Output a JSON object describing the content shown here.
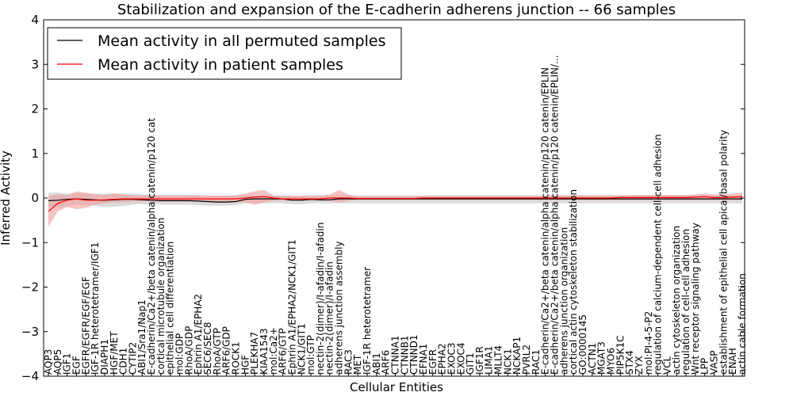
{
  "chart_data": {
    "type": "line",
    "title": "Stabilization and expansion of the E-cadherin adherens junction -- 66 samples",
    "xlabel": "Cellular Entities",
    "ylabel": "Inferred Activity",
    "ylim": [
      -4,
      4
    ],
    "yticks": [
      -4,
      -3,
      -2,
      -1,
      0,
      1,
      2,
      3,
      4
    ],
    "ytick_labels": [
      "−4",
      "−3",
      "−2",
      "−1",
      "0",
      "1",
      "2",
      "3",
      "4"
    ],
    "grid": false,
    "legend_position": "top-left",
    "categories": [
      "AQP3",
      "AQP5",
      "IGF1",
      "EGF",
      "EGFR/EGFR/EGF/EGF",
      "IGF-1R heterotetramer/IGF1",
      "DIAPH1",
      "HGF/MET",
      "CDH1",
      "CYTIP2",
      "ABI1/Sra1/Nap1",
      "E-cadherin/Ca2+/beta catenin/alpha catenin/p120 cat",
      "cortical microtubule organization",
      "epithelial cell differentiation",
      "mol:GDP",
      "RhoA/GDP",
      "Ephrin A1/EPHA2",
      "SEC6/SEC8",
      "RhoA/GTP",
      "ARF6/GDP",
      "ROCK1",
      "HGF",
      "PLEKHA7",
      "KIAA1543",
      "mol:Ca2+",
      "ARF6/GTP",
      "Ephrin A1/EPHA2/NCK1/GIT1",
      "NCK1/GIT1",
      "mol:GTP",
      "nectin-2(dimer)/I-afadin/I-afadin",
      "nectin-2(dimer)/I-afadin",
      "adherens junction assembly",
      "RAC3",
      "MET",
      "IGF-1R heterotetramer",
      "ABI1",
      "ARF6",
      "CTNNA1",
      "CTNNB1",
      "CTNND1",
      "EFNA1",
      "EGFR",
      "EPHA2",
      "EXOC3",
      "EXOC4",
      "GIT1",
      "IGF1R",
      "LIMA1",
      "MLLT4",
      "NCK1",
      "NCKAP1",
      "PVRL2",
      "RAC1",
      "E-cadherin/Ca2+/beta catenin/alpha catenin/p120 catenin/EPLIN",
      "E-cadherin/Ca2+/beta catenin/alpha catenin/p120 catenin/EPLIN/...",
      "adherens junction organization",
      "cortical actin cytoskeleton stabilization",
      "GO:0000145",
      "ACTN1",
      "MGAT3",
      "MYO6",
      "PIP5K1C",
      "STX4",
      "ZYX",
      "mol:PI-4-5-P2",
      "regulation of calcium-dependent cell-cell adhesion",
      "VCL",
      "actin cytoskeleton organization",
      "regulation of cell-cell adhesion",
      "Wnt receptor signaling pathway",
      "LPP",
      "VASP",
      "establishment of epithelial cell apical/basal polarity",
      "ENAH",
      "actin cable formation"
    ],
    "series": [
      {
        "name": "Mean activity in all permuted samples",
        "color": "#000000",
        "band_color": "#cccccc",
        "values": [
          -0.06,
          -0.05,
          -0.03,
          -0.02,
          -0.03,
          -0.04,
          -0.05,
          -0.04,
          -0.03,
          -0.03,
          -0.04,
          -0.05,
          -0.06,
          -0.06,
          -0.06,
          -0.06,
          -0.07,
          -0.08,
          -0.09,
          -0.09,
          -0.08,
          -0.03,
          -0.02,
          -0.02,
          -0.02,
          -0.02,
          -0.05,
          -0.05,
          -0.03,
          -0.04,
          -0.04,
          -0.02,
          -0.02,
          -0.02,
          -0.02,
          -0.02,
          -0.02,
          -0.02,
          -0.02,
          -0.02,
          -0.02,
          -0.02,
          -0.02,
          -0.02,
          -0.02,
          -0.02,
          -0.02,
          -0.02,
          -0.02,
          -0.02,
          -0.02,
          -0.02,
          -0.02,
          -0.02,
          -0.02,
          -0.02,
          -0.02,
          -0.02,
          -0.02,
          -0.02,
          -0.02,
          -0.02,
          -0.02,
          -0.02,
          -0.02,
          -0.02,
          -0.02,
          -0.02,
          -0.02,
          -0.02,
          -0.02,
          -0.02,
          -0.02,
          -0.02,
          -0.02
        ],
        "lower": [
          -0.2,
          -0.2,
          -0.18,
          -0.15,
          -0.15,
          -0.18,
          -0.2,
          -0.2,
          -0.18,
          -0.15,
          -0.14,
          -0.15,
          -0.15,
          -0.15,
          -0.15,
          -0.15,
          -0.16,
          -0.17,
          -0.17,
          -0.17,
          -0.16,
          -0.12,
          -0.12,
          -0.12,
          -0.12,
          -0.12,
          -0.14,
          -0.14,
          -0.12,
          -0.12,
          -0.12,
          -0.12,
          -0.12,
          -0.12,
          -0.12,
          -0.12,
          -0.12,
          -0.12,
          -0.12,
          -0.12,
          -0.12,
          -0.12,
          -0.12,
          -0.12,
          -0.12,
          -0.12,
          -0.12,
          -0.12,
          -0.12,
          -0.12,
          -0.12,
          -0.12,
          -0.12,
          -0.12,
          -0.12,
          -0.12,
          -0.12,
          -0.12,
          -0.12,
          -0.12,
          -0.12,
          -0.12,
          -0.12,
          -0.12,
          -0.12,
          -0.12,
          -0.12,
          -0.12,
          -0.12,
          -0.12,
          -0.12,
          -0.12,
          -0.12,
          -0.12,
          -0.12
        ],
        "upper": [
          0.12,
          0.12,
          0.1,
          0.1,
          0.1,
          0.1,
          0.1,
          0.1,
          0.1,
          0.1,
          0.08,
          0.07,
          0.07,
          0.07,
          0.07,
          0.07,
          0.06,
          0.05,
          0.05,
          0.05,
          0.05,
          0.06,
          0.06,
          0.06,
          0.06,
          0.06,
          0.05,
          0.05,
          0.06,
          0.06,
          0.06,
          0.06,
          0.06,
          0.06,
          0.06,
          0.06,
          0.06,
          0.06,
          0.06,
          0.06,
          0.06,
          0.06,
          0.06,
          0.06,
          0.06,
          0.06,
          0.06,
          0.06,
          0.06,
          0.06,
          0.06,
          0.06,
          0.06,
          0.06,
          0.06,
          0.06,
          0.06,
          0.06,
          0.06,
          0.06,
          0.06,
          0.06,
          0.06,
          0.06,
          0.06,
          0.06,
          0.06,
          0.06,
          0.06,
          0.06,
          0.06,
          0.06,
          0.06,
          0.06,
          0.06
        ]
      },
      {
        "name": "Mean activity in patient samples",
        "color": "#ff0000",
        "band_color": "#f29a9a",
        "values": [
          -0.3,
          -0.12,
          -0.05,
          -0.02,
          -0.05,
          -0.05,
          -0.04,
          -0.03,
          -0.02,
          -0.02,
          -0.02,
          -0.02,
          -0.02,
          -0.02,
          -0.02,
          -0.02,
          -0.02,
          -0.02,
          -0.02,
          -0.02,
          -0.02,
          0.0,
          0.02,
          0.03,
          0.0,
          -0.02,
          -0.02,
          -0.02,
          -0.02,
          -0.02,
          0.0,
          0.0,
          0.0,
          -0.01,
          -0.01,
          -0.01,
          -0.01,
          -0.01,
          -0.01,
          -0.01,
          0.0,
          0.0,
          0.0,
          0.0,
          0.0,
          0.0,
          0.0,
          0.0,
          0.0,
          0.0,
          0.0,
          0.0,
          0.0,
          0.0,
          0.0,
          0.0,
          0.0,
          0.0,
          0.0,
          0.0,
          0.0,
          0.01,
          0.01,
          0.01,
          0.01,
          0.01,
          0.01,
          0.01,
          0.01,
          0.02,
          0.03,
          0.01,
          0.01,
          0.02,
          0.03
        ],
        "lower": [
          -0.65,
          -0.3,
          -0.2,
          -0.25,
          -0.22,
          -0.15,
          -0.12,
          -0.1,
          -0.1,
          -0.08,
          -0.08,
          -0.08,
          -0.08,
          -0.08,
          -0.08,
          -0.08,
          -0.08,
          -0.08,
          -0.08,
          -0.08,
          -0.08,
          -0.1,
          -0.15,
          -0.1,
          -0.06,
          -0.06,
          -0.06,
          -0.06,
          -0.06,
          -0.06,
          -0.06,
          -0.1,
          -0.06,
          -0.04,
          -0.04,
          -0.04,
          -0.04,
          -0.04,
          -0.04,
          -0.04,
          -0.04,
          -0.04,
          -0.04,
          -0.04,
          -0.04,
          -0.04,
          -0.04,
          -0.04,
          -0.04,
          -0.04,
          -0.04,
          -0.04,
          -0.04,
          -0.05,
          -0.05,
          -0.05,
          -0.05,
          -0.05,
          -0.05,
          -0.05,
          -0.05,
          -0.05,
          -0.05,
          -0.05,
          -0.05,
          -0.05,
          -0.05,
          -0.05,
          -0.05,
          -0.05,
          -0.05,
          -0.05,
          -0.05,
          -0.05,
          -0.05
        ],
        "upper": [
          0.05,
          0.08,
          0.06,
          0.15,
          0.12,
          0.08,
          0.07,
          0.1,
          0.08,
          0.06,
          0.06,
          0.06,
          0.06,
          0.06,
          0.06,
          0.06,
          0.06,
          0.06,
          0.06,
          0.06,
          0.06,
          0.1,
          0.15,
          0.18,
          0.06,
          0.05,
          0.05,
          0.05,
          0.05,
          0.05,
          0.08,
          0.18,
          0.08,
          0.04,
          0.04,
          0.04,
          0.04,
          0.04,
          0.04,
          0.04,
          0.04,
          0.04,
          0.04,
          0.04,
          0.04,
          0.04,
          0.04,
          0.04,
          0.04,
          0.04,
          0.04,
          0.04,
          0.05,
          0.05,
          0.06,
          0.06,
          0.06,
          0.06,
          0.06,
          0.06,
          0.06,
          0.06,
          0.07,
          0.07,
          0.07,
          0.07,
          0.07,
          0.07,
          0.07,
          0.08,
          0.1,
          0.08,
          0.08,
          0.1,
          0.12
        ]
      }
    ]
  }
}
